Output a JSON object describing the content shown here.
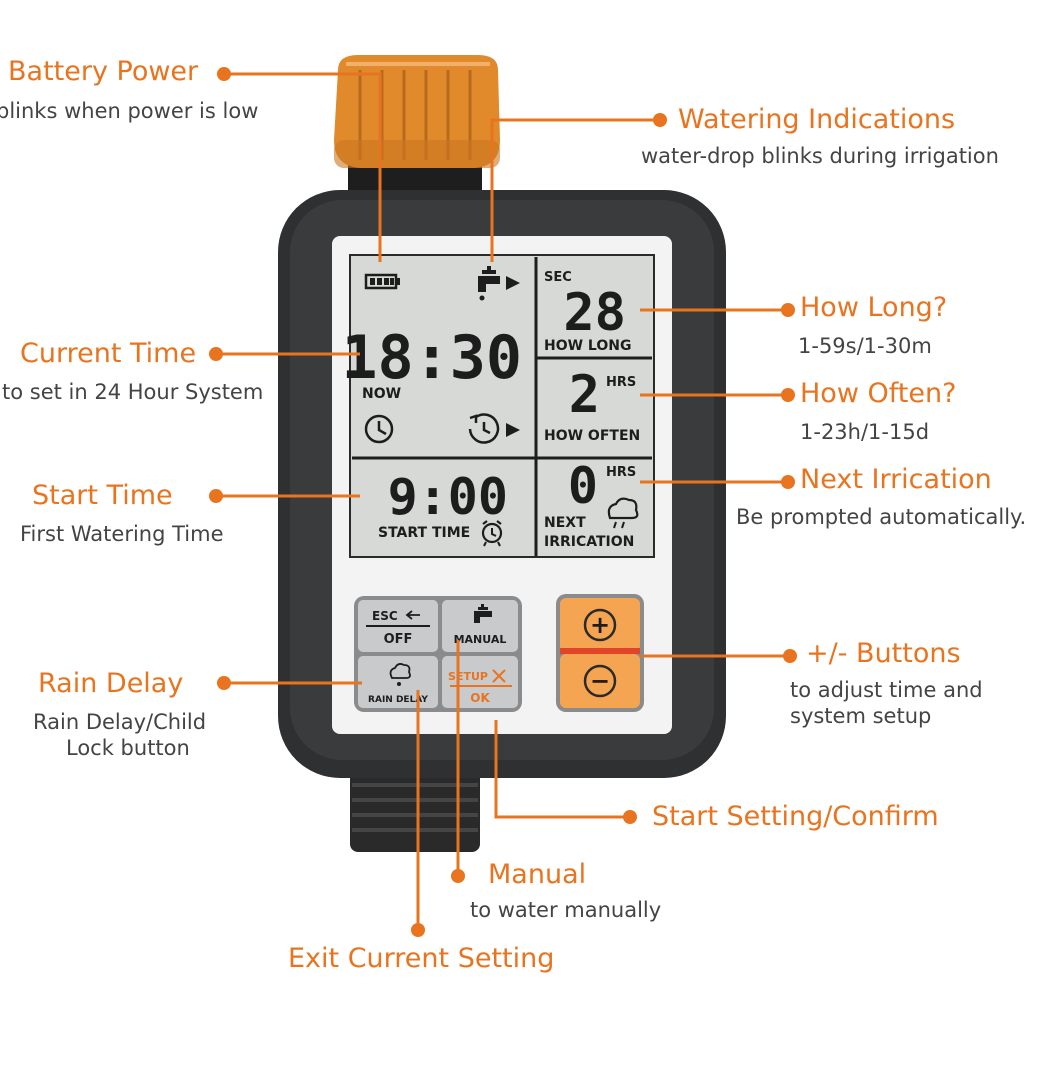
{
  "colors": {
    "accent": "#e8741f",
    "lcd_bg": "#d6d9d6",
    "body": "#2f3032"
  },
  "lcd": {
    "duration": {
      "unit": "SEC",
      "value": "28",
      "label": "HOW LONG"
    },
    "clock": {
      "time": "18:30",
      "label": "NOW"
    },
    "frequency": {
      "value": "2",
      "unit": "HRS",
      "label": "HOW OFTEN"
    },
    "start": {
      "time": "9:00",
      "label": "START TIME"
    },
    "next": {
      "value": "0",
      "unit": "HRS",
      "label_1": "NEXT",
      "label_2": "IRRICATION"
    }
  },
  "buttons": {
    "esc_label": "ESC",
    "off_label": "OFF",
    "manual_label": "MANUAL",
    "rain_delay_label": "RAIN DELAY",
    "setup_label": "SETUP",
    "ok_label": "OK",
    "plus_symbol": "+",
    "minus_symbol": "−"
  },
  "icons": {
    "battery": "battery-icon",
    "faucet": "faucet-icon",
    "clock": "clock-icon",
    "cycle": "cycle-clock-icon",
    "alarm": "alarm-clock-icon",
    "rain": "rain-cloud-icon"
  },
  "callouts": {
    "battery": {
      "title": "Battery Power",
      "desc": "blinks when power is low"
    },
    "watering": {
      "title": "Watering Indications",
      "desc": "water-drop blinks during irrigation"
    },
    "current_time": {
      "title": "Current Time",
      "desc": "to set in 24 Hour System"
    },
    "how_long": {
      "title": "How Long?",
      "desc": "1-59s/1-30m"
    },
    "how_often": {
      "title": "How Often?",
      "desc": "1-23h/1-15d"
    },
    "start_time": {
      "title": "Start Time",
      "desc": "First Watering Time"
    },
    "next_irrigation": {
      "title": "Next Irrication",
      "desc": "Be prompted automatically."
    },
    "rain_delay": {
      "title": "Rain Delay",
      "desc_1": "Rain Delay/Child",
      "desc_2": "Lock button"
    },
    "plus_minus": {
      "title": "+/- Buttons",
      "desc_1": "to adjust time and",
      "desc_2": "system setup"
    },
    "start_setting": {
      "title": "Start Setting/Confirm"
    },
    "manual": {
      "title": "Manual",
      "desc": "to water manually"
    },
    "exit": {
      "title": "Exit Current Setting"
    }
  }
}
